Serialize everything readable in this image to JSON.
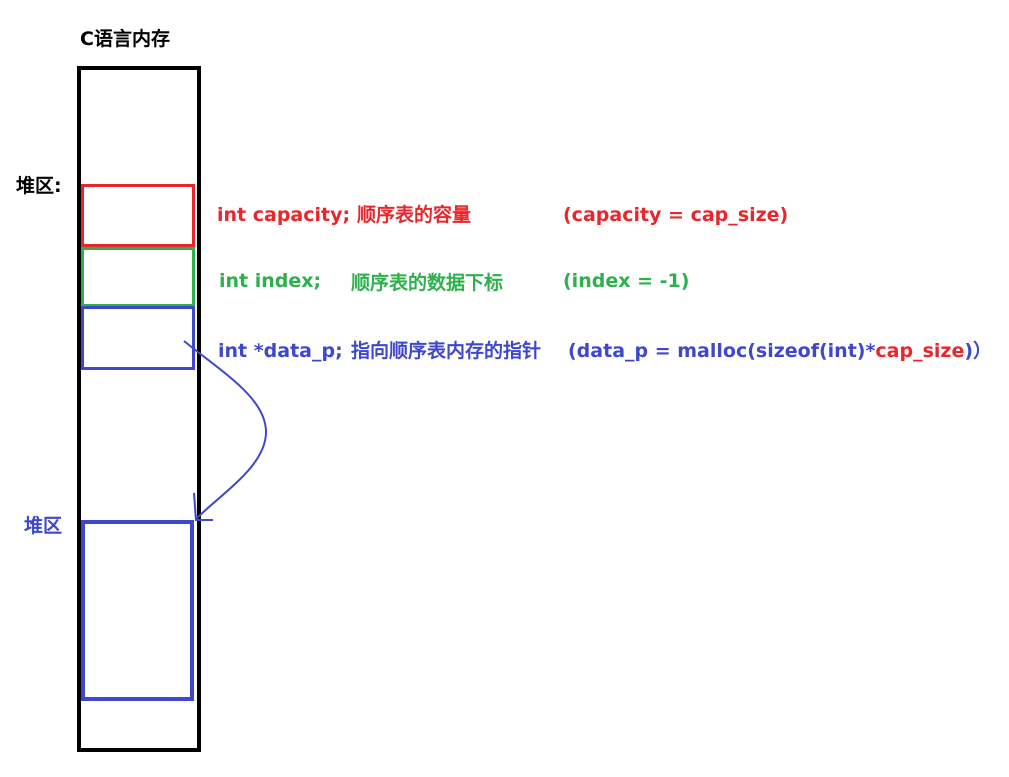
{
  "colors": {
    "black": "#000000",
    "red": "#e8262b",
    "green": "#2eb04d",
    "blue": "#3f48cc"
  },
  "title": "C语言内存",
  "labels": {
    "heap_top": "堆区:",
    "heap_bottom": "堆区"
  },
  "rows": {
    "capacity": {
      "code": "int capacity;",
      "desc": "顺序表的容量",
      "assign": "(capacity = cap_size)"
    },
    "index": {
      "code": "int index;",
      "desc": "顺序表的数据下标",
      "assign": "(index = -1)"
    },
    "data_p": {
      "code": "int *data_p;",
      "desc": "指向顺序表内存的指针",
      "assign_prefix": "(data_p = malloc(sizeof(int)*",
      "assign_var": "cap_size",
      "assign_suffix": ")）"
    }
  },
  "icons": {
    "pointer_arrow": "curved-arrow-icon"
  }
}
